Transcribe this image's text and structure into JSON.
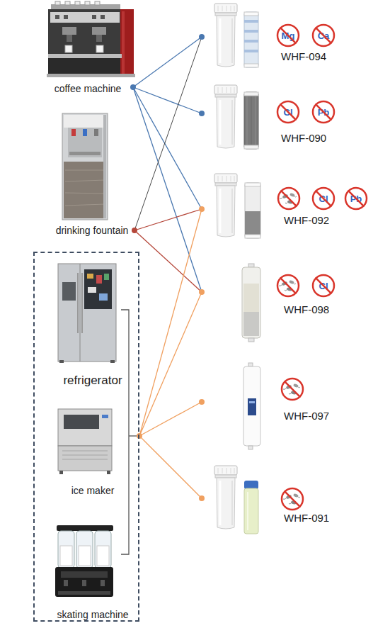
{
  "diagram": {
    "nodes": [
      {
        "text": [
          "coffee machine"
        ]
      },
      {
        "text": [
          "drinking fountain"
        ]
      },
      {
        "text": []
      },
      {
        "text": [
          "refrigerator"
        ],
        "in": 2
      },
      {
        "text": [
          "ice maker"
        ],
        "in": 2
      },
      {
        "text": [
          "skating machine"
        ],
        "in": 2
      },
      {
        "text": [
          "WHF-094"
        ]
      },
      {
        "text": [
          "WHF-090"
        ]
      },
      {
        "text": [
          "WHF-092"
        ]
      },
      {
        "text": [
          "WHF-098"
        ]
      },
      {
        "text": [
          "WHF-097"
        ]
      },
      {
        "text": [
          "WHF-091"
        ]
      }
    ],
    "edges": [
      {
        "from": 0,
        "to": 6,
        "arrow": "none"
      },
      {
        "from": 0,
        "to": 7,
        "arrow": "none"
      },
      {
        "from": 0,
        "to": 8,
        "arrow": "none"
      },
      {
        "from": 0,
        "to": 9,
        "arrow": "none"
      },
      {
        "from": 1,
        "to": 6,
        "arrow": "none"
      },
      {
        "from": 1,
        "to": 8,
        "arrow": "none"
      },
      {
        "from": 1,
        "to": 9,
        "arrow": "none"
      },
      {
        "from": 2,
        "to": 8,
        "arrow": "none"
      },
      {
        "from": 2,
        "to": 9,
        "arrow": "none"
      },
      {
        "from": 2,
        "to": 10,
        "arrow": "none"
      },
      {
        "from": 2,
        "to": 11,
        "arrow": "none"
      }
    ],
    "labels": [
      "Mg",
      "Ca",
      "Cl",
      "Pb",
      "Cl",
      "Pb",
      "Cl"
    ]
  }
}
